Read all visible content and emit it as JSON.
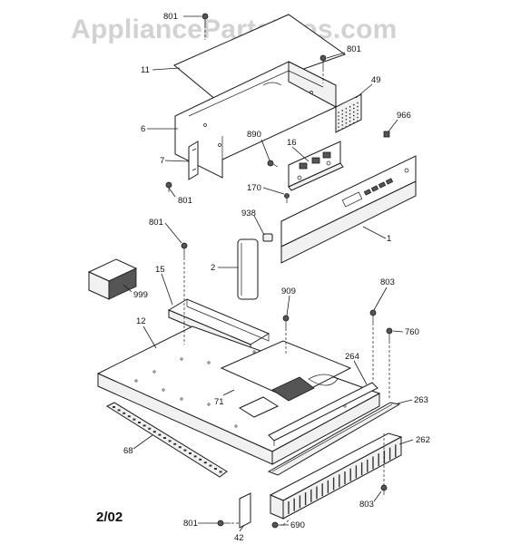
{
  "watermark": "AppliancePartsPros.com",
  "date_code": "2/02",
  "parts": {
    "p801a": "801",
    "p801b": "801",
    "p801c": "801",
    "p801d": "801",
    "p801e": "801",
    "p11": "11",
    "p49": "49",
    "p966": "966",
    "p6": "6",
    "p7": "7",
    "p890": "890",
    "p16": "16",
    "p170": "170",
    "p938": "938",
    "p1": "1",
    "p2": "2",
    "p15": "15",
    "p999": "999",
    "p12": "12",
    "p909": "909",
    "p803a": "803",
    "p803b": "803",
    "p760": "760",
    "p264": "264",
    "p263": "263",
    "p71": "71",
    "p262": "262",
    "p68": "68",
    "p42": "42",
    "p690": "690"
  }
}
